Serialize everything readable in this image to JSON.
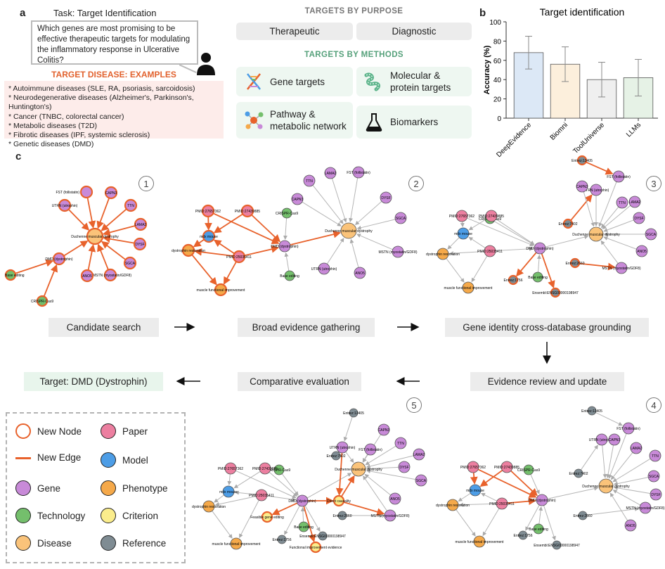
{
  "panel_a": {
    "letter": "a",
    "task_title": "Task: Target Identification",
    "question": "Which genes are most promising to be effective therapeutic targets for modulating the inflammatory response in Ulcerative Colitis?",
    "disease_heading": "TARGET DISEASE: EXAMPLES",
    "disease_examples": [
      "* Autoimmune diseases (SLE, RA, psoriasis, sarcoidosis)",
      "* Neurodegenerative diseases (Alzheimer's, Parkinson's, Huntington's)",
      "* Cancer (TNBC, colorectal cancer)",
      "* Metabolic diseases (T2D)",
      "* Fibrotic diseases (IPF, systemic sclerosis)",
      "* Genetic diseases (DMD)"
    ],
    "purpose_heading": "TARGETS BY PURPOSE",
    "purpose_buttons": [
      "Therapeutic",
      "Diagnostic"
    ],
    "methods_heading": "TARGETS BY METHODS",
    "methods": [
      {
        "label": "Gene targets",
        "icon": "dna-icon"
      },
      {
        "label": "Molecular & protein targets",
        "icon": "protein-icon"
      },
      {
        "label": "Pathway & metabolic network",
        "icon": "network-icon"
      },
      {
        "label": "Biomarkers",
        "icon": "flask-icon"
      }
    ]
  },
  "panel_b": {
    "letter": "b",
    "chart_data": {
      "type": "bar",
      "title": "Target identification",
      "ylabel": "Accuracy (%)",
      "xlabel": "",
      "ylim": [
        0,
        100
      ],
      "yticks": [
        0,
        20,
        40,
        60,
        80,
        100
      ],
      "categories": [
        "DeepEvidence",
        "Biomni",
        "ToolUniverse",
        "LLMs"
      ],
      "values": [
        68,
        56,
        40,
        42
      ],
      "error": [
        17,
        18,
        18,
        19
      ],
      "colors": [
        "#dce8f6",
        "#fcefdc",
        "#efefef",
        "#e6f2e6"
      ],
      "grid": false
    }
  },
  "panel_c": {
    "letter": "c",
    "steps": [
      {
        "num": "1",
        "label": "Candidate search"
      },
      {
        "num": "2",
        "label": "Broad evidence gathering"
      },
      {
        "num": "3",
        "label": "Gene identity cross-database grounding"
      },
      {
        "num": "4",
        "label": "Evidence review and update"
      },
      {
        "num": "5",
        "label": "Comparative evaluation"
      }
    ],
    "target": "Target: DMD (Dystrophin)",
    "legend": [
      {
        "label": "New Node",
        "fill": "#ffffff",
        "stroke": "#e8622c",
        "kind": "ring"
      },
      {
        "label": "Paper",
        "fill": "#ec7fa0",
        "stroke": "#222",
        "kind": "dot"
      },
      {
        "label": "New Edge",
        "fill": "#e8622c",
        "stroke": "#e8622c",
        "kind": "line"
      },
      {
        "label": "Model",
        "fill": "#4d9de6",
        "stroke": "#222",
        "kind": "dot"
      },
      {
        "label": "Gene",
        "fill": "#c88ad8",
        "stroke": "#222",
        "kind": "dot"
      },
      {
        "label": "Phenotype",
        "fill": "#f5a94a",
        "stroke": "#222",
        "kind": "dot"
      },
      {
        "label": "Technology",
        "fill": "#74bf6c",
        "stroke": "#222",
        "kind": "dot"
      },
      {
        "label": "Criterion",
        "fill": "#fbed8c",
        "stroke": "#222",
        "kind": "dot"
      },
      {
        "label": "Disease",
        "fill": "#fac37a",
        "stroke": "#222",
        "kind": "dot"
      },
      {
        "label": "Reference",
        "fill": "#7f8c93",
        "stroke": "#222",
        "kind": "dot"
      }
    ],
    "graph_labels": {
      "dmd_disease": "Duchenne muscular dystrophy",
      "dmd_gene": "DMD (dystrophin)",
      "utrn": "UTRN (utrophin)",
      "fst": "FST (follistatin)",
      "capn3": "CAPN3",
      "ttn": "TTN",
      "lama2": "LAMA2",
      "dysf": "DYSF",
      "sgca": "SGCA",
      "ano5": "ANO5",
      "mstn": "MSTN (myostatin/GDF8)",
      "base_editing": "Base editing",
      "crispr": "CRISPR-Cas9",
      "pmid1": "PMID:27657362",
      "pmid2": "PMID:27439885",
      "pmid3": "PMID:25035411",
      "mdx": "mdx mouse",
      "restoration": "dystrophin restoration",
      "improvement": "muscle functional improvement",
      "entrez1": "Entrez:13405",
      "entrez2": "Entrez:7402",
      "entrez3": "Entrez:2660",
      "entrez4": "Entrez:1756",
      "ensembl": "Ensembl:ENSG00000198947",
      "feasible": "Feasible gene editing",
      "causality": "Direct causality",
      "functional": "Functional improvement evidence"
    }
  }
}
